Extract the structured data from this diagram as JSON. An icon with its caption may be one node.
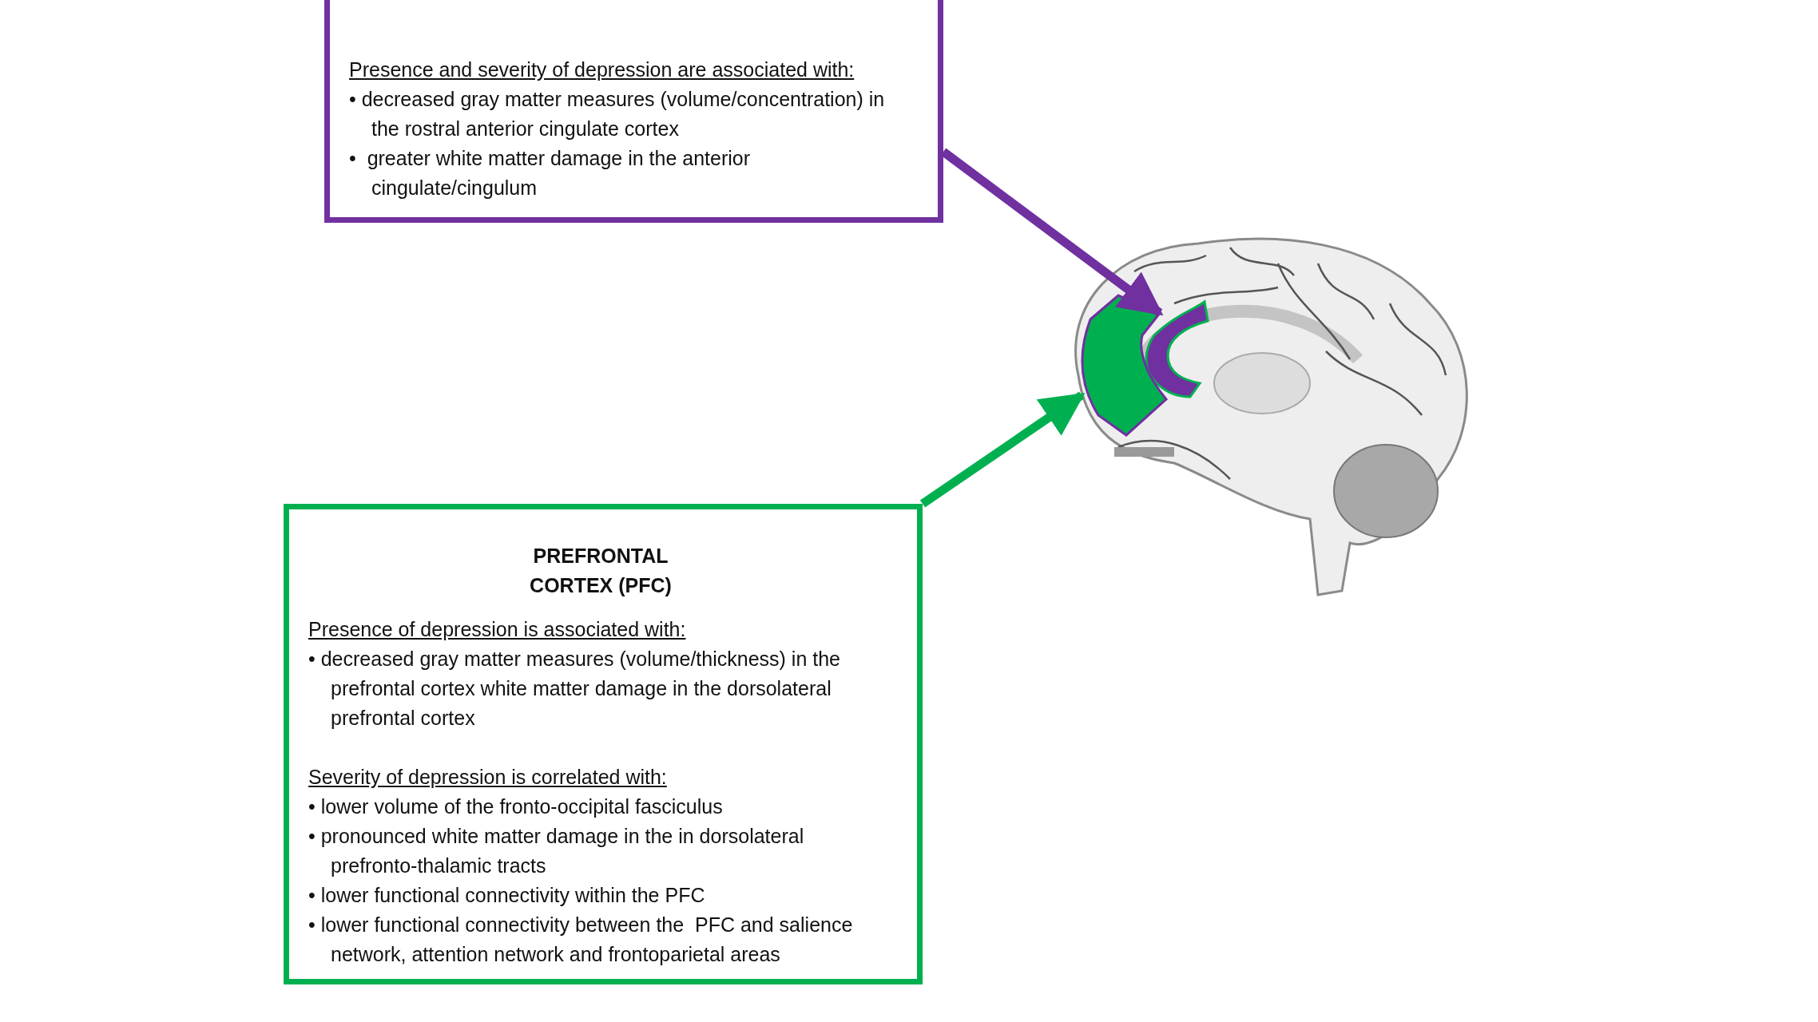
{
  "diagram": {
    "nodes": [
      {
        "text": [
          "Presence and severity of depression are associated with:",
          "• decreased gray matter measures (volume/concentration) in the rostral anterior cingulate cortex",
          "•  greater white matter damage in the anterior cingulate/cingulum"
        ]
      },
      {
        "text": [],
        "shape": "region"
      },
      {
        "text": [],
        "shape": "region"
      },
      {
        "text": [
          "PREFRONTAL CORTEX (PFC)",
          "Presence of depression is associated with:",
          "• decreased gray matter measures (volume/thickness) in the prefrontal cortex white matter damage in the dorsolateral prefrontal cortex",
          "Severity of depression is correlated with:",
          "• lower volume of the fronto-occipital fasciculus",
          "• pronounced white matter damage in the in dorsolateral prefronto-thalamic tracts",
          "• lower functional connectivity within the PFC",
          "• lower functional connectivity between the  PFC and salience network, attention network and frontoparietal areas"
        ]
      }
    ],
    "edges": [
      {
        "from": 0,
        "to": 1,
        "arrow": "to",
        "color": "#7030a0"
      },
      {
        "from": 3,
        "to": 2,
        "arrow": "to",
        "color": "#00b050"
      }
    ]
  }
}
